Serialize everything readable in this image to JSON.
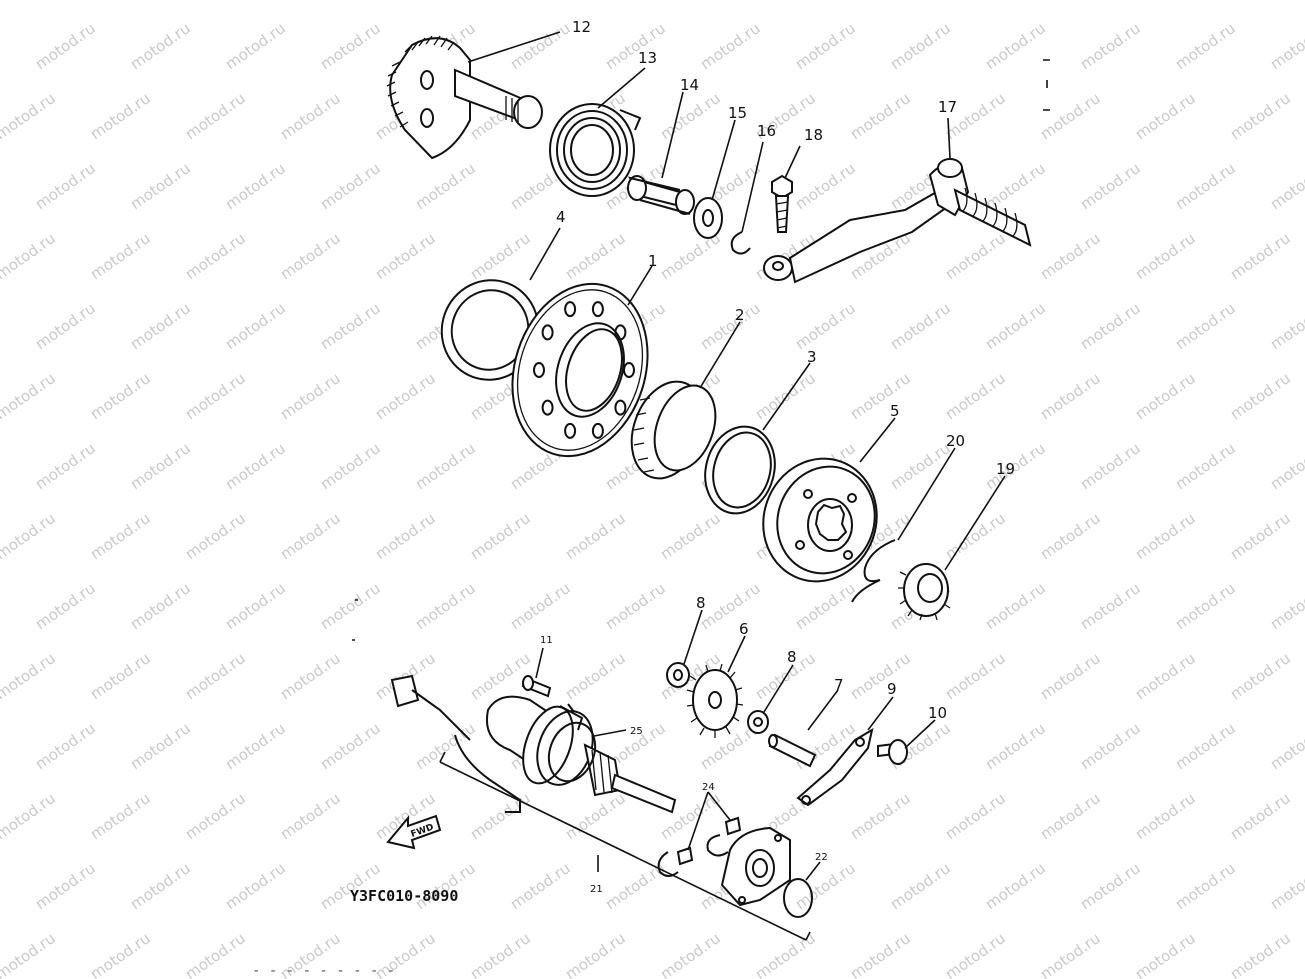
{
  "diagram": {
    "watermark": "motod.ru",
    "code": "Y3FC010-8090",
    "footer": "- - - - - -   - - -",
    "fwd_label": "FWD",
    "callouts": [
      {
        "id": "12",
        "label": "12"
      },
      {
        "id": "13",
        "label": "13"
      },
      {
        "id": "14",
        "label": "14"
      },
      {
        "id": "15",
        "label": "15"
      },
      {
        "id": "16",
        "label": "16"
      },
      {
        "id": "18",
        "label": "18"
      },
      {
        "id": "17",
        "label": "17"
      },
      {
        "id": "4",
        "label": "4"
      },
      {
        "id": "1",
        "label": "1"
      },
      {
        "id": "2",
        "label": "2"
      },
      {
        "id": "3",
        "label": "3"
      },
      {
        "id": "5",
        "label": "5"
      },
      {
        "id": "20",
        "label": "20"
      },
      {
        "id": "19",
        "label": "19"
      },
      {
        "id": "8a",
        "label": "8"
      },
      {
        "id": "6",
        "label": "6"
      },
      {
        "id": "8b",
        "label": "8"
      },
      {
        "id": "7",
        "label": "7"
      },
      {
        "id": "9",
        "label": "9"
      },
      {
        "id": "10",
        "label": "10"
      },
      {
        "id": "11",
        "label": "11"
      },
      {
        "id": "25",
        "label": "25"
      },
      {
        "id": "24",
        "label": "24"
      },
      {
        "id": "22",
        "label": "22"
      },
      {
        "id": "21",
        "label": "21"
      }
    ]
  }
}
